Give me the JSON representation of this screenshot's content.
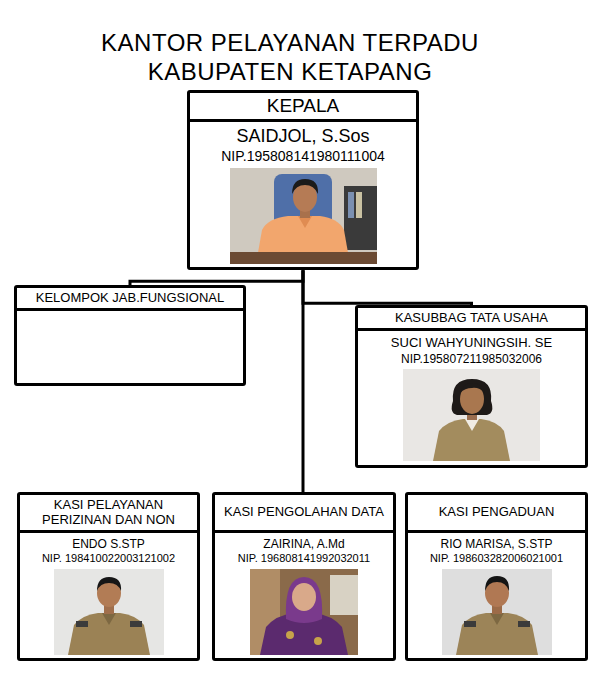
{
  "diagram": {
    "title": "KANTOR PELAYANAN TERPADU KABUPATEN KETAPANG",
    "nodes": [
      {
        "text": [
          "KEPALA",
          "SAIDJOL, S.Sos",
          "NIP.195808141980111004"
        ]
      },
      {
        "text": [
          "KELOMPOK JAB.FUNGSIONAL"
        ]
      },
      {
        "text": [
          "KASUBBAG TATA USAHA",
          "SUCI WAHYUNINGSIH. SE",
          "NIP.195807211985032006"
        ]
      },
      {
        "text": [
          "KASI PELAYANAN PERIZINAN DAN NON",
          "ENDO S.STP",
          "NIP. 198410022003121002"
        ]
      },
      {
        "text": [
          "KASI PENGOLAHAN DATA",
          "ZAIRINA, A.Md",
          "NIP. 196808141992032011"
        ]
      },
      {
        "text": [
          "KASI PENGADUAN",
          "RIO MARISA, S.STP",
          "NIP. 198603282006021001"
        ]
      }
    ],
    "edges": [
      {
        "from": 0,
        "to": 1,
        "arrow": "none"
      },
      {
        "from": 0,
        "to": 2,
        "arrow": "none"
      },
      {
        "from": 0,
        "to": 4,
        "arrow": "none"
      }
    ]
  }
}
